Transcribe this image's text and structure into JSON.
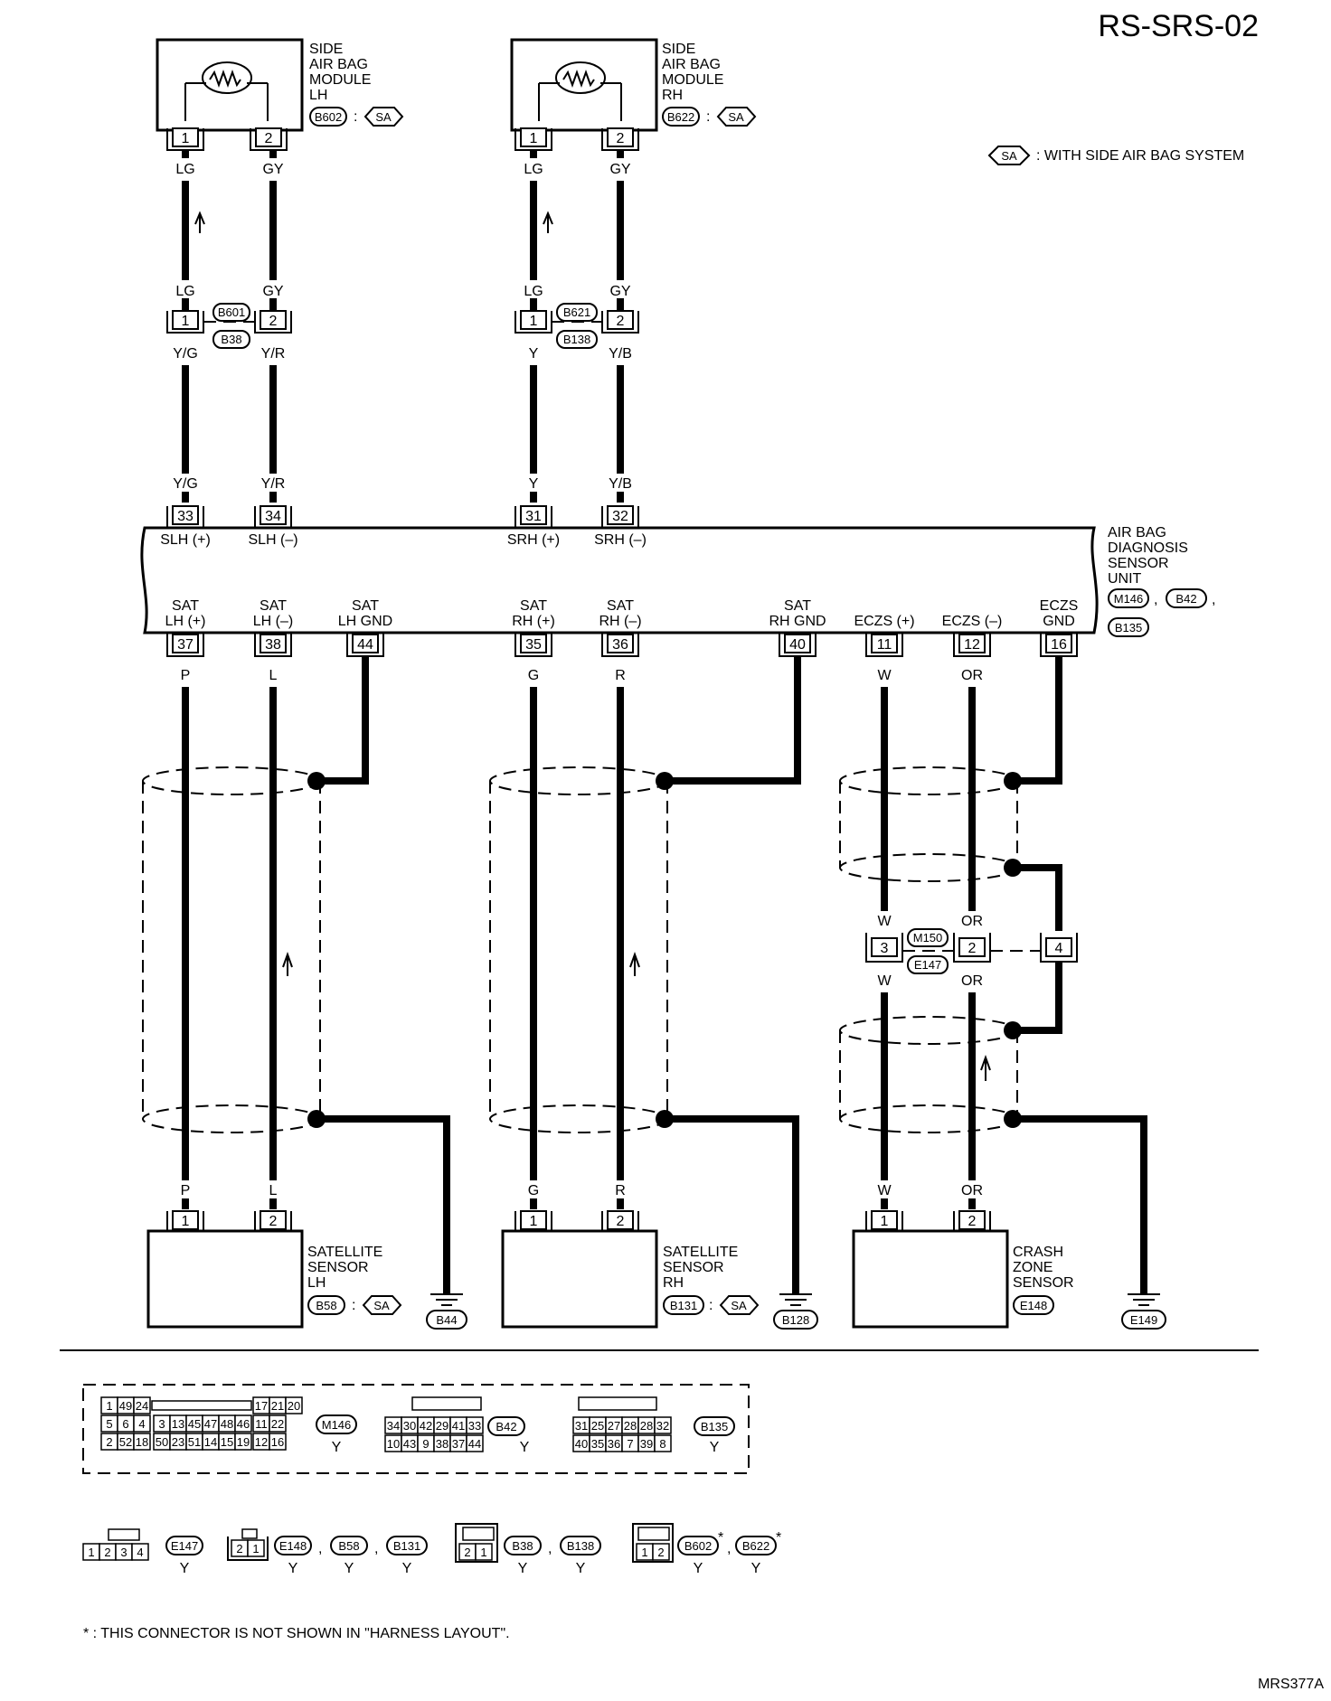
{
  "title": "RS-SRS-02",
  "footer_code": "MRS377A",
  "legend": {
    "symbol": "SA",
    "text": ": WITH SIDE AIR BAG SYSTEM"
  },
  "side_airbag_lh": {
    "lines": [
      "SIDE",
      "AIR BAG",
      "MODULE",
      "LH"
    ],
    "connector": "B602",
    "option": "SA",
    "pins": [
      "1",
      "2"
    ],
    "colors_top": [
      "LG",
      "GY"
    ],
    "inline": {
      "upper": "B601",
      "lower": "B38",
      "pins": [
        "1",
        "2"
      ],
      "colors_above": [
        "LG",
        "GY"
      ],
      "colors_below": [
        "Y/G",
        "Y/R"
      ]
    }
  },
  "side_airbag_rh": {
    "lines": [
      "SIDE",
      "AIR BAG",
      "MODULE",
      "RH"
    ],
    "connector": "B622",
    "option": "SA",
    "pins": [
      "1",
      "2"
    ],
    "colors_top": [
      "LG",
      "GY"
    ],
    "inline": {
      "upper": "B621",
      "lower": "B138",
      "pins": [
        "1",
        "2"
      ],
      "colors_above": [
        "LG",
        "GY"
      ],
      "colors_below": [
        "Y",
        "Y/B"
      ]
    }
  },
  "unit": {
    "lines": [
      "AIR BAG",
      "DIAGNOSIS",
      "SENSOR",
      "UNIT"
    ],
    "connectors": [
      "M146",
      "B42",
      "B135"
    ],
    "top_pins": [
      {
        "pin": "33",
        "name": "SLH (+)",
        "color": "Y/G"
      },
      {
        "pin": "34",
        "name": "SLH (–)",
        "color": "Y/R"
      },
      {
        "pin": "31",
        "name": "SRH (+)",
        "color": "Y"
      },
      {
        "pin": "32",
        "name": "SRH (–)",
        "color": "Y/B"
      }
    ],
    "bottom_pins": [
      {
        "pin": "37",
        "name1": "SAT",
        "name2": "LH (+)",
        "color": "P"
      },
      {
        "pin": "38",
        "name1": "SAT",
        "name2": "LH (–)",
        "color": "L"
      },
      {
        "pin": "44",
        "name1": "SAT",
        "name2": "LH GND",
        "color": ""
      },
      {
        "pin": "35",
        "name1": "SAT",
        "name2": "RH (+)",
        "color": "G"
      },
      {
        "pin": "36",
        "name1": "SAT",
        "name2": "RH (–)",
        "color": "R"
      },
      {
        "pin": "40",
        "name1": "SAT",
        "name2": "RH GND",
        "color": ""
      },
      {
        "pin": "11",
        "name1": "",
        "name2": "ECZS (+)",
        "color": "W"
      },
      {
        "pin": "12",
        "name1": "",
        "name2": "ECZS (–)",
        "color": "OR"
      },
      {
        "pin": "16",
        "name1": "ECZS",
        "name2": "GND",
        "color": ""
      }
    ]
  },
  "inline_m150": {
    "upper": "M150",
    "lower": "E147",
    "pins": [
      "3",
      "2",
      "4"
    ],
    "colors_above": [
      "W",
      "OR"
    ],
    "colors_below": [
      "W",
      "OR"
    ]
  },
  "satellite_lh": {
    "lines": [
      "SATELLITE",
      "SENSOR",
      "LH"
    ],
    "connector": "B58",
    "option": "SA",
    "pins": [
      "1",
      "2"
    ],
    "colors": [
      "P",
      "L"
    ],
    "ground": "B44"
  },
  "satellite_rh": {
    "lines": [
      "SATELLITE",
      "SENSOR",
      "RH"
    ],
    "connector": "B131",
    "option": "SA",
    "pins": [
      "1",
      "2"
    ],
    "colors": [
      "G",
      "R"
    ],
    "ground": "B128"
  },
  "crash_zone": {
    "lines": [
      "CRASH",
      "ZONE",
      "SENSOR"
    ],
    "connector": "E148",
    "pins": [
      "1",
      "2"
    ],
    "colors": [
      "W",
      "OR"
    ],
    "ground": "E149"
  },
  "connector_faces": {
    "m146": {
      "id": "M146",
      "color": "Y",
      "row1": [
        "1",
        "49",
        "24",
        "",
        "17",
        "21",
        "20"
      ],
      "row2": [
        "5",
        "6",
        "4",
        "3",
        "13",
        "45",
        "47",
        "48",
        "46",
        "11",
        "22"
      ],
      "row3": [
        "2",
        "52",
        "18",
        "50",
        "23",
        "51",
        "14",
        "15",
        "19",
        "12",
        "16"
      ]
    },
    "b42": {
      "id": "B42",
      "color": "Y",
      "row1": [
        "34",
        "30",
        "42",
        "29",
        "41",
        "33"
      ],
      "row2": [
        "10",
        "43",
        "9",
        "38",
        "37",
        "44"
      ]
    },
    "b135": {
      "id": "B135",
      "color": "Y",
      "row1": [
        "31",
        "25",
        "27",
        "28",
        "28",
        "32"
      ],
      "row2": [
        "40",
        "35",
        "36",
        "7",
        "39",
        "8"
      ]
    }
  },
  "small_connectors": [
    {
      "pins": [
        "1",
        "2",
        "3",
        "4"
      ],
      "ids": [
        "E147"
      ],
      "colors": [
        "Y"
      ]
    },
    {
      "pins": [
        "2",
        "1"
      ],
      "ids": [
        "E148",
        "B58",
        "B131"
      ],
      "colors": [
        "Y",
        "Y",
        "Y"
      ]
    },
    {
      "pins": [
        "2",
        "1"
      ],
      "ids": [
        "B38",
        "B138"
      ],
      "colors": [
        "Y",
        "Y"
      ]
    },
    {
      "pins": [
        "1",
        "2"
      ],
      "ids": [
        "B602",
        "B622"
      ],
      "colors": [
        "Y",
        "Y"
      ],
      "star": "*"
    }
  ],
  "comma": ",",
  "colon": ":",
  "footnote": "* : THIS CONNECTOR IS NOT SHOWN IN \"HARNESS LAYOUT\"."
}
